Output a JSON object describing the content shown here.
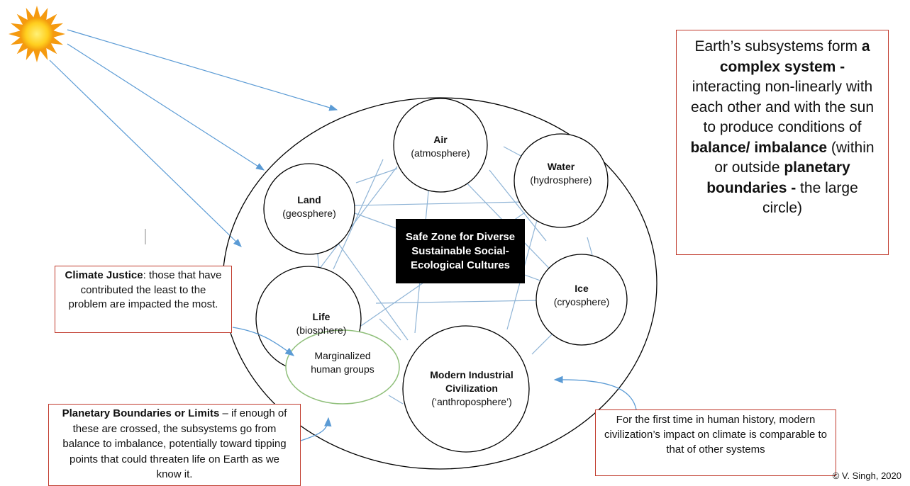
{
  "nodes": {
    "air": {
      "title": "Air",
      "subtitle": "(atmosphere)"
    },
    "water": {
      "title": "Water",
      "subtitle": "(hydrosphere)"
    },
    "land": {
      "title": "Land",
      "subtitle": "(geosphere)"
    },
    "ice": {
      "title": "Ice",
      "subtitle": "(cryosphere)"
    },
    "life": {
      "title": "Life",
      "subtitle": "(biosphere)"
    },
    "civilization": {
      "title": "Modern Industrial Civilization",
      "subtitle": "(‘anthroposphere’)"
    },
    "marginalized": {
      "label": "Marginalized human groups"
    }
  },
  "safe_zone": "Safe Zone for Diverse Sustainable Social-Ecological Cultures",
  "callouts": {
    "right": {
      "p1": "Earth’s subsystems form ",
      "b1": "a complex system -",
      "p2": " interacting non-linearly with each other and with the sun to produce conditions of ",
      "b2": "balance/ imbalance",
      "p3": " (within or outside ",
      "b3": "planetary boundaries -",
      "p4": " the large circle)"
    },
    "justice": {
      "bold": "Climate Justice",
      "text": ": those that have contributed the least to the problem are impacted the most."
    },
    "boundaries": {
      "bold": "Planetary Boundaries or Limits",
      "text": " – if enough of these are crossed, the subsystems go from balance to imbalance, potentially toward tipping points that could threaten life on Earth as we know it."
    },
    "civilization": "For the first time in human history, modern civilization’s impact on climate is comparable to that of other systems"
  },
  "credit": "© V. Singh, 2020",
  "colors": {
    "connector": "#8fb4d6",
    "arrow": "#5b9bd5",
    "callout_border": "#c0392b",
    "marginalized_border": "#8fbf7a",
    "sun_core": "#ffcf1f",
    "sun_rays": "#f59a0f"
  }
}
